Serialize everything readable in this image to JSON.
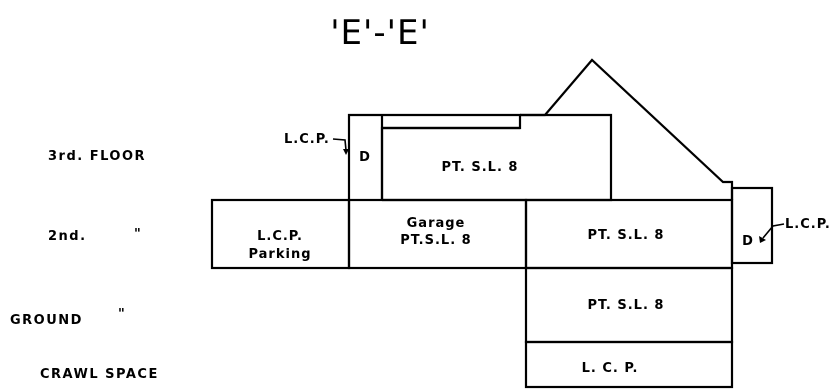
{
  "title": "'E'-'E'",
  "levels": {
    "third": "3rd. FLOOR",
    "second": "2nd.",
    "second_ditto": "\"",
    "ground": "GROUND",
    "ground_ditto": "\"",
    "crawl": "CRAWL SPACE"
  },
  "units": {
    "lcp_parking_1": "L.C.P.",
    "lcp_parking_2": "Parking",
    "garage_1": "Garage",
    "garage_2": "PT.S.L. 8",
    "third_floor": "PT. S.L. 8",
    "second_right": "PT. S.L. 8",
    "ground": "PT. S.L. 8",
    "crawl": "L. C. P.",
    "d_left": "D",
    "d_right": "D",
    "lcp_left_callout": "L.C.P.",
    "lcp_right_callout": "L.C.P."
  }
}
